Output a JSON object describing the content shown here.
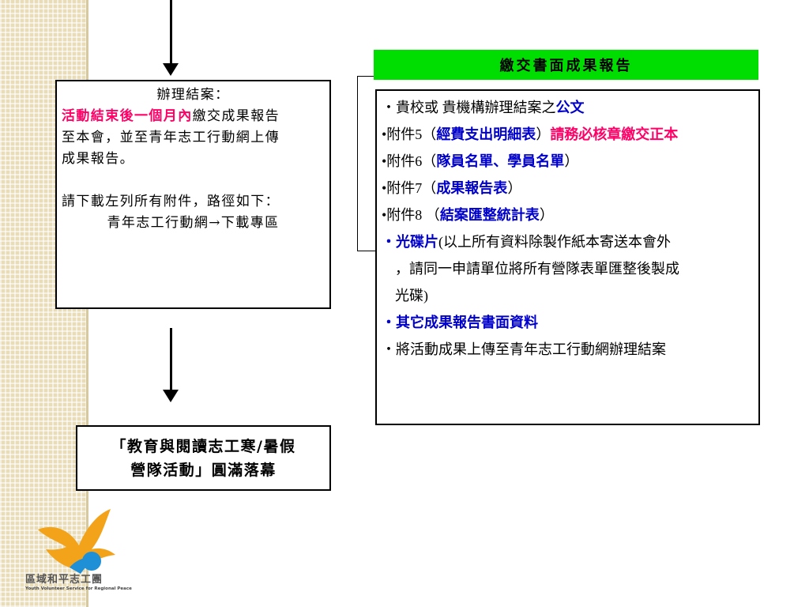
{
  "left_box": {
    "title": "辦理結案：",
    "deadline_highlight": "活動結束後一個月內",
    "line1_rest": "繳交成果報告",
    "line2": "至本會，並至青年志工行動網上傳",
    "line3": "成果報告。",
    "line4": "請下載左列所有附件，路徑如下：",
    "line5": "青年志工行動網→下載專區"
  },
  "final_box": {
    "line1": "「教育與閱讀志工寒/暑假",
    "line2": "營隊活動」圓滿落幕"
  },
  "header": {
    "title": "繳交書面成果報告"
  },
  "checklist": {
    "item1_prefix": "‧貴校或 貴機構辦理結案之",
    "item1_highlight": "公文",
    "item2_prefix": "•附件5（",
    "item2_highlight": "經費支出明細表",
    "item2_close": "）",
    "item2_note": "請務必核章繳交正本",
    "item3_prefix": "•附件6（",
    "item3_highlight": "隊員名單、學員名單",
    "item3_close": "）",
    "item4_prefix": "•附件7（",
    "item4_highlight": "成果報告表",
    "item4_close": "）",
    "item5_prefix": "•附件8 （",
    "item5_highlight": "結案匯整統計表",
    "item5_close": "）",
    "item6_bullet": "‧",
    "item6_highlight": "光碟片",
    "item6_line1_rest": "(以上所有資料除製作紙本寄送本會外",
    "item6_line2": "，請同一申請單位將所有營隊表單匯整後製成",
    "item6_line3": "光碟)",
    "item7_bullet": "‧",
    "item7_highlight": "其它成果報告書面資料",
    "item8": "‧將活動成果上傳至青年志工行動網辦理結案"
  },
  "logo": {
    "name": "區域和平志工團",
    "subtitle": "Youth Volunteer Service for Regional Peace"
  },
  "colors": {
    "highlight_red": "#ff0066",
    "highlight_blue": "#0000cc",
    "header_green": "#00dd00",
    "side_strip": "#e9dcb8"
  }
}
